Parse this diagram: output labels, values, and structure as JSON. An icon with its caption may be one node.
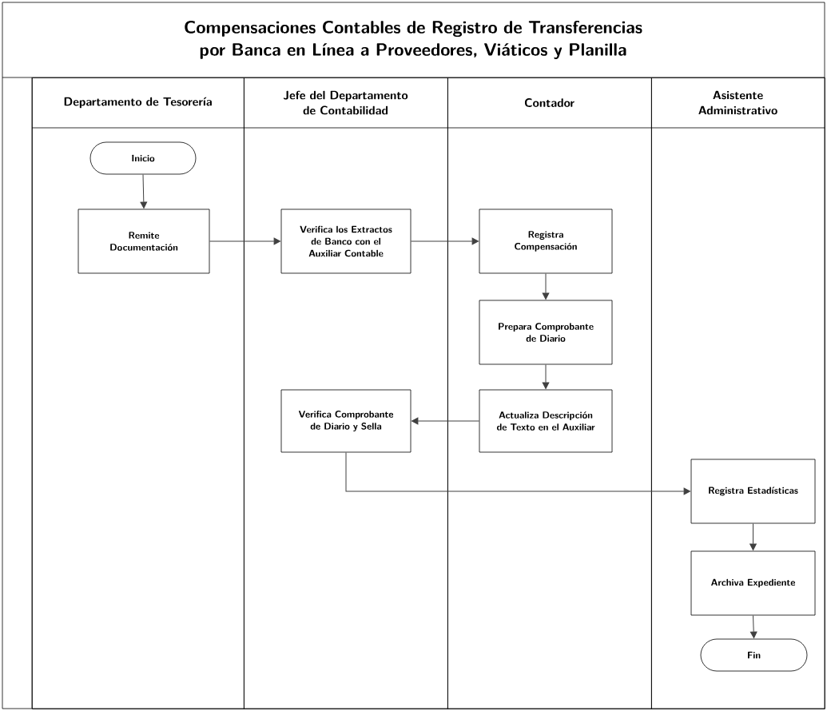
{
  "diagram": {
    "title": "Compensaciones Contables de Registro de Transferencias por Banca en Línea a Proveedores, Viáticos y Planilla",
    "nodes": [
      {
        "text": [
          "Departamento de Tesorería"
        ]
      },
      {
        "text": [
          "Jefe del Departamento de Contabilidad"
        ]
      },
      {
        "text": [
          "Contador"
        ]
      },
      {
        "text": [
          "Asistente Administrativo"
        ]
      },
      {
        "text": [
          "Inicio"
        ],
        "in": 0
      },
      {
        "text": [
          "Remite Documentación"
        ],
        "in": 0
      },
      {
        "text": [
          "Verifica los Extractos de Banco con el Auxiliar Contable"
        ],
        "in": 1
      },
      {
        "text": [
          "Registra Compensación"
        ],
        "in": 2
      },
      {
        "text": [
          "Prepara Comprobante de Diario"
        ],
        "in": 2
      },
      {
        "text": [
          "Actualiza Descripción de Texto en el Auxiliar"
        ],
        "in": 2
      },
      {
        "text": [
          "Verifica Comprobante de Diario y Sella"
        ],
        "in": 1
      },
      {
        "text": [
          "Registra Estadísticas"
        ],
        "in": 3
      },
      {
        "text": [
          "Archiva Expediente"
        ],
        "in": 3
      },
      {
        "text": [
          "Fin"
        ],
        "in": 3
      }
    ],
    "edges": [
      {
        "from": 4,
        "to": 5,
        "arrow": "to"
      },
      {
        "from": 5,
        "to": 6,
        "arrow": "to"
      },
      {
        "from": 6,
        "to": 7,
        "arrow": "to"
      },
      {
        "from": 7,
        "to": 8,
        "arrow": "to"
      },
      {
        "from": 8,
        "to": 9,
        "arrow": "to"
      },
      {
        "from": 9,
        "to": 10,
        "arrow": "to"
      },
      {
        "from": 10,
        "to": 11,
        "arrow": "to"
      },
      {
        "from": 11,
        "to": 12,
        "arrow": "to"
      },
      {
        "from": 12,
        "to": 13,
        "arrow": "to"
      }
    ]
  }
}
